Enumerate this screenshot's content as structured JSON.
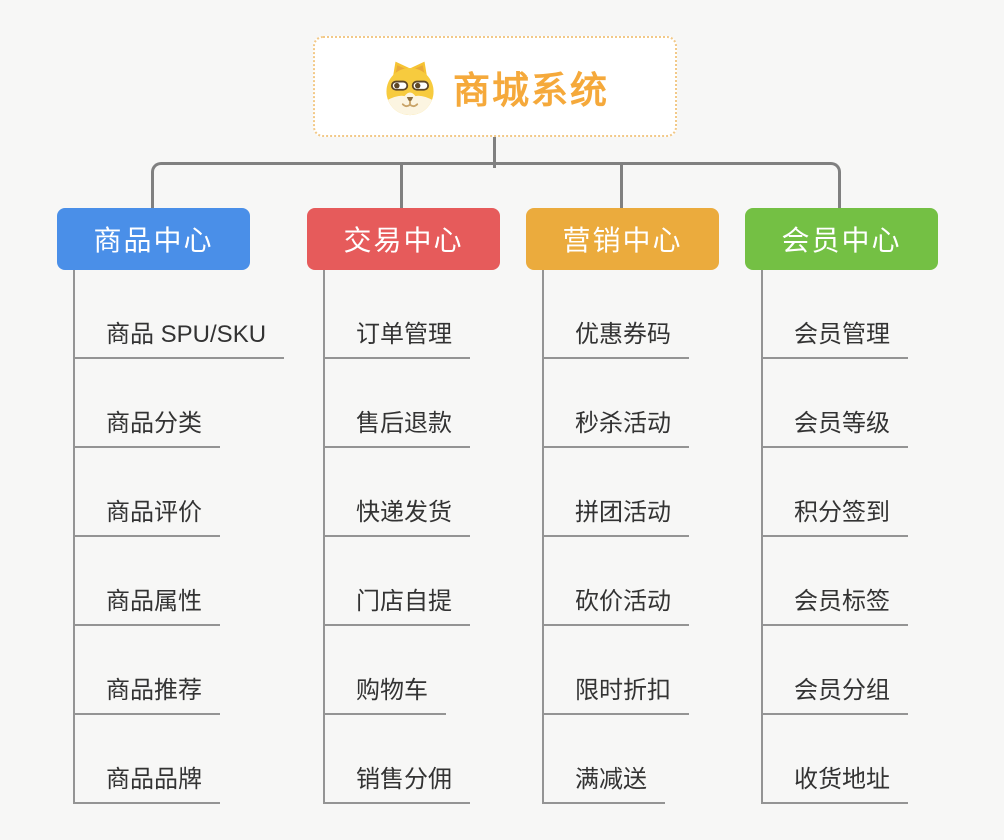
{
  "root": {
    "title": "商城系统",
    "icon": "dog-face-icon"
  },
  "branches": [
    {
      "label": "商品中心",
      "color": "#4a8fe8",
      "items": [
        "商品 SPU/SKU",
        "商品分类",
        "商品评价",
        "商品属性",
        "商品推荐",
        "商品品牌"
      ]
    },
    {
      "label": "交易中心",
      "color": "#e65b5b",
      "items": [
        "订单管理",
        "售后退款",
        "快递发货",
        "门店自提",
        "购物车",
        "销售分佣"
      ]
    },
    {
      "label": "营销中心",
      "color": "#ebab3d",
      "items": [
        "优惠券码",
        "秒杀活动",
        "拼团活动",
        "砍价活动",
        "限时折扣",
        "满减送"
      ]
    },
    {
      "label": "会员中心",
      "color": "#74c044",
      "items": [
        "会员管理",
        "会员等级",
        "积分签到",
        "会员标签",
        "会员分组",
        "收货地址"
      ]
    }
  ],
  "colors": {
    "background": "#f7f7f6",
    "connector": "#808080",
    "underline": "#949494",
    "item_text": "#333333",
    "root_title": "#f5a93b",
    "root_border": "#f2c988"
  }
}
